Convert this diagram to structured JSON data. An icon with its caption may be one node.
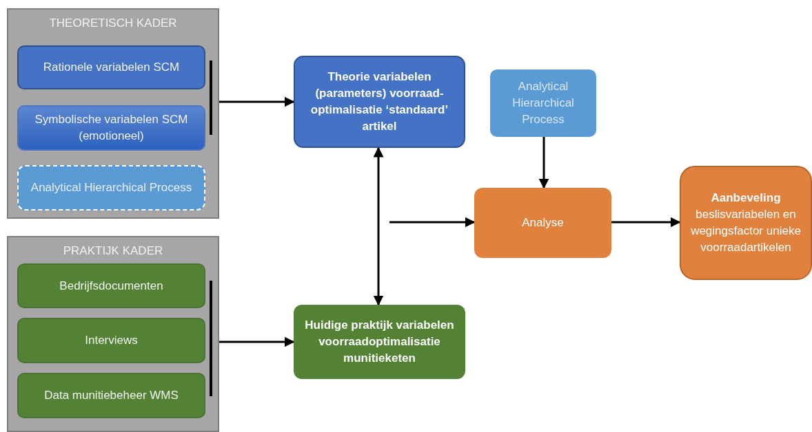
{
  "diagram": {
    "nodes": [
      {
        "text": [
          "THEORETISCH KADER"
        ]
      },
      {
        "text": [
          "Rationele variabelen SCM"
        ],
        "in": 0
      },
      {
        "text": [
          "Symbolische variabelen SCM (emotioneel)"
        ],
        "in": 0
      },
      {
        "text": [
          "Analytical Hierarchical Process"
        ],
        "in": 0
      },
      {
        "text": [
          "PRAKTIJK KADER"
        ]
      },
      {
        "text": [
          "Bedrijfsdocumenten"
        ],
        "in": 4
      },
      {
        "text": [
          "Interviews"
        ],
        "in": 4
      },
      {
        "text": [
          "Data munitiebeheer WMS"
        ],
        "in": 4
      },
      {
        "text": [
          "Theorie variabelen (parameters) voorraad-optimalisatie ‘standaard’ artikel"
        ]
      },
      {
        "text": [
          "Analytical Hierarchical Process"
        ]
      },
      {
        "text": [
          "Huidige praktijk variabelen voorraadoptimalisatie munitieketen"
        ]
      },
      {
        "text": [
          "Analyse"
        ]
      },
      {
        "text": [
          "Aanbeveling",
          "beslisvariabelen en wegingsfactor unieke voorraadartikelen"
        ]
      }
    ],
    "edges": [
      {
        "from": 0,
        "to": 8,
        "arrow": "to"
      },
      {
        "from": 4,
        "to": 10,
        "arrow": "to"
      },
      {
        "from": 8,
        "to": 10,
        "arrow": "both"
      },
      {
        "from": null,
        "to": 11,
        "arrow": "to"
      },
      {
        "from": 9,
        "to": 11,
        "arrow": "to"
      },
      {
        "from": 11,
        "to": 12,
        "arrow": "to"
      }
    ]
  }
}
